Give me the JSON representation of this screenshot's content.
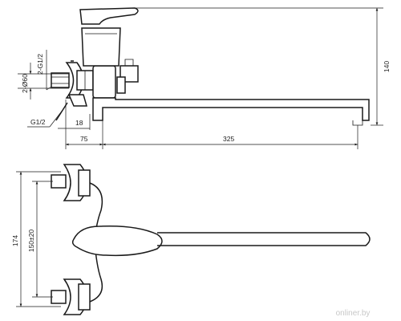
{
  "dimensions": {
    "height_140": "140",
    "inlet_thread": "2-G1/2",
    "diameter_60": "2-Ø60",
    "outlet_thread": "G1/2",
    "offset_18": "18",
    "depth_75": "75",
    "spout_325": "325",
    "height_174": "174",
    "spacing_150": "150±20"
  },
  "watermark": "onliner.by"
}
